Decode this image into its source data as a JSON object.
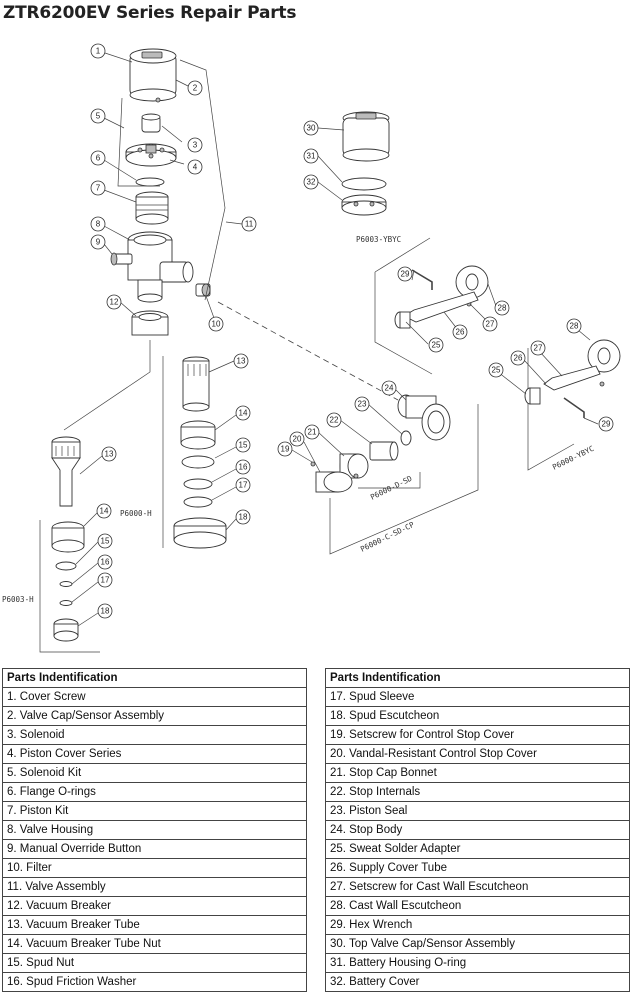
{
  "title": "ZTR6200EV Series Repair Parts",
  "callouts": [
    "1",
    "2",
    "3",
    "4",
    "5",
    "6",
    "7",
    "8",
    "9",
    "10",
    "11",
    "12",
    "13",
    "14",
    "15",
    "16",
    "17",
    "18",
    "19",
    "20",
    "21",
    "22",
    "23",
    "24",
    "25",
    "26",
    "27",
    "28",
    "29",
    "30",
    "31",
    "32"
  ],
  "kits": {
    "p6003_ybyc": "P6003-YBYC",
    "p6000_ybyc": "P6000-YBYC",
    "p6000_d_sd": "P6000-D-SD",
    "p6000_c_sd_cp": "P6000-C-SD-CP",
    "p6000_h": "P6000-H",
    "p6003_h": "P6003-H"
  },
  "tables": {
    "header": "Parts Indentification",
    "left": [
      "1. Cover Screw",
      "2. Valve Cap/Sensor Assembly",
      "3. Solenoid",
      "4. Piston Cover Series",
      "5. Solenoid Kit",
      "6. Flange O-rings",
      "7. Piston Kit",
      "8. Valve Housing",
      "9. Manual Override Button",
      "10. Filter",
      "11. Valve Assembly",
      "12. Vacuum Breaker",
      "13. Vacuum Breaker Tube",
      "14. Vacuum Breaker Tube Nut",
      "15. Spud Nut",
      "16. Spud Friction Washer"
    ],
    "right": [
      "17. Spud Sleeve",
      "18. Spud Escutcheon",
      "19. Setscrew for Control Stop Cover",
      "20. Vandal-Resistant Control Stop Cover",
      "21. Stop Cap Bonnet",
      "22. Stop Internals",
      "23. Piston Seal",
      "24. Stop Body",
      "25. Sweat Solder Adapter",
      "26. Supply Cover Tube",
      "27. Setscrew for Cast Wall Escutcheon",
      "28. Cast Wall Escutcheon",
      "29. Hex Wrench",
      "30. Top Valve Cap/Sensor Assembly",
      "31. Battery Housing O-ring",
      "32. Battery Cover"
    ]
  }
}
